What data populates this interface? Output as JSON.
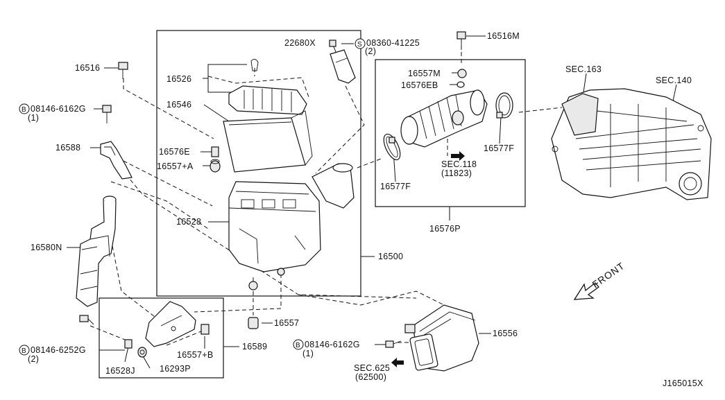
{
  "diagram": {
    "figure_id": "J165015X",
    "front_label": "FRONT",
    "part_labels": {
      "p16516": "16516",
      "p08146_6162G_top": "08146-6162G",
      "p08146_6162G_top_qty": "(1)",
      "p16588": "16588",
      "p16580N": "16580N",
      "p08146_6252G": "08146-6252G",
      "p08146_6252G_qty": "(2)",
      "p16528J": "16528J",
      "p16293P": "16293P",
      "p16557B": "16557+B",
      "p16589": "16589",
      "p16526": "16526",
      "p16546": "16546",
      "p16576E": "16576E",
      "p16557A": "16557+A",
      "p16528": "16528",
      "p16500": "16500",
      "p16557": "16557",
      "p22680X": "22680X",
      "p08360_41225": "08360-41225",
      "p08360_41225_qty": "(2)",
      "p16516M": "16516M",
      "p16557M": "16557M",
      "p16576EB": "16576EB",
      "p16577F_right": "16577F",
      "p16577F_left": "16577F",
      "sec118": "SEC.118",
      "sec118_ref": "(11823)",
      "p16576P": "16576P",
      "sec163": "SEC.163",
      "sec140": "SEC.140",
      "p16556": "16556",
      "p08146_6162G_bottom": "08146-6162G",
      "p08146_6162G_bottom_qty": "(1)",
      "sec625": "SEC.625",
      "sec625_ref": "(62500)"
    },
    "symbols": {
      "circled_b": "B",
      "circled_s": "S"
    }
  }
}
